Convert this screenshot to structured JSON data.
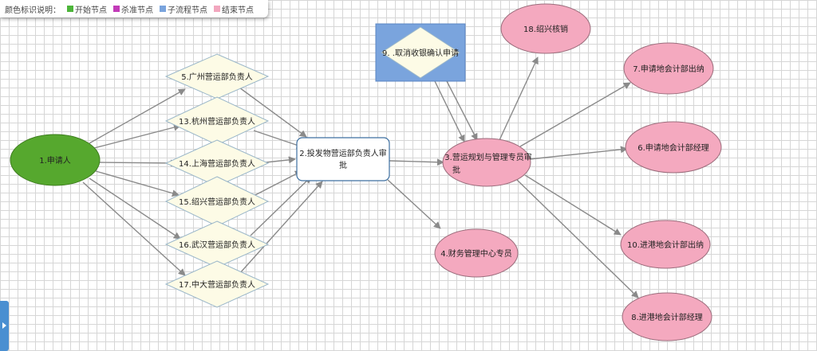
{
  "legend": {
    "title": "颜色标识说明：",
    "items": [
      {
        "label": "开始节点",
        "color": "#4db53a"
      },
      {
        "label": "杀准节点",
        "color": "#c23bb8"
      },
      {
        "label": "子流程节点",
        "color": "#7aa4dd"
      },
      {
        "label": "结束节点",
        "color": "#f2a7be"
      }
    ]
  },
  "colors": {
    "start_fill": "#56a82e",
    "start_stroke": "#3e7d1f",
    "diamond_fill": "#fdfbe6",
    "diamond_stroke": "#9bb7c9",
    "box_fill": "#ffffff",
    "box_stroke": "#3d6fa0",
    "end_fill": "#f4a9bf",
    "end_stroke": "#9b6d7c",
    "subflow_fill": "#7aa4dd",
    "edge": "#8a8a8a"
  },
  "nodes": {
    "n1": "1.申请人",
    "n5": "5.广州营运部负责人",
    "n13": "13.杭州营运部负责人",
    "n14": "14.上海营运部负责人",
    "n15": "15.绍兴营运部负责人",
    "n16": "16.武汉营运部负责人",
    "n17": "17.中大营运部负责人",
    "n2a": "2.投发物营运部负责人审",
    "n2b": "批",
    "n9": "9. .取消收银确认申请",
    "n3a": "3.营运规划与管理专员审",
    "n3b": "批",
    "n4": "4.财务管理中心专员",
    "n18": "18.绍兴核销",
    "n7": "7.申请地会计部出纳",
    "n6": "6.申请地会计部经理",
    "n10": "10.进港地会计部出纳",
    "n8": "8.进港地会计部经理"
  }
}
